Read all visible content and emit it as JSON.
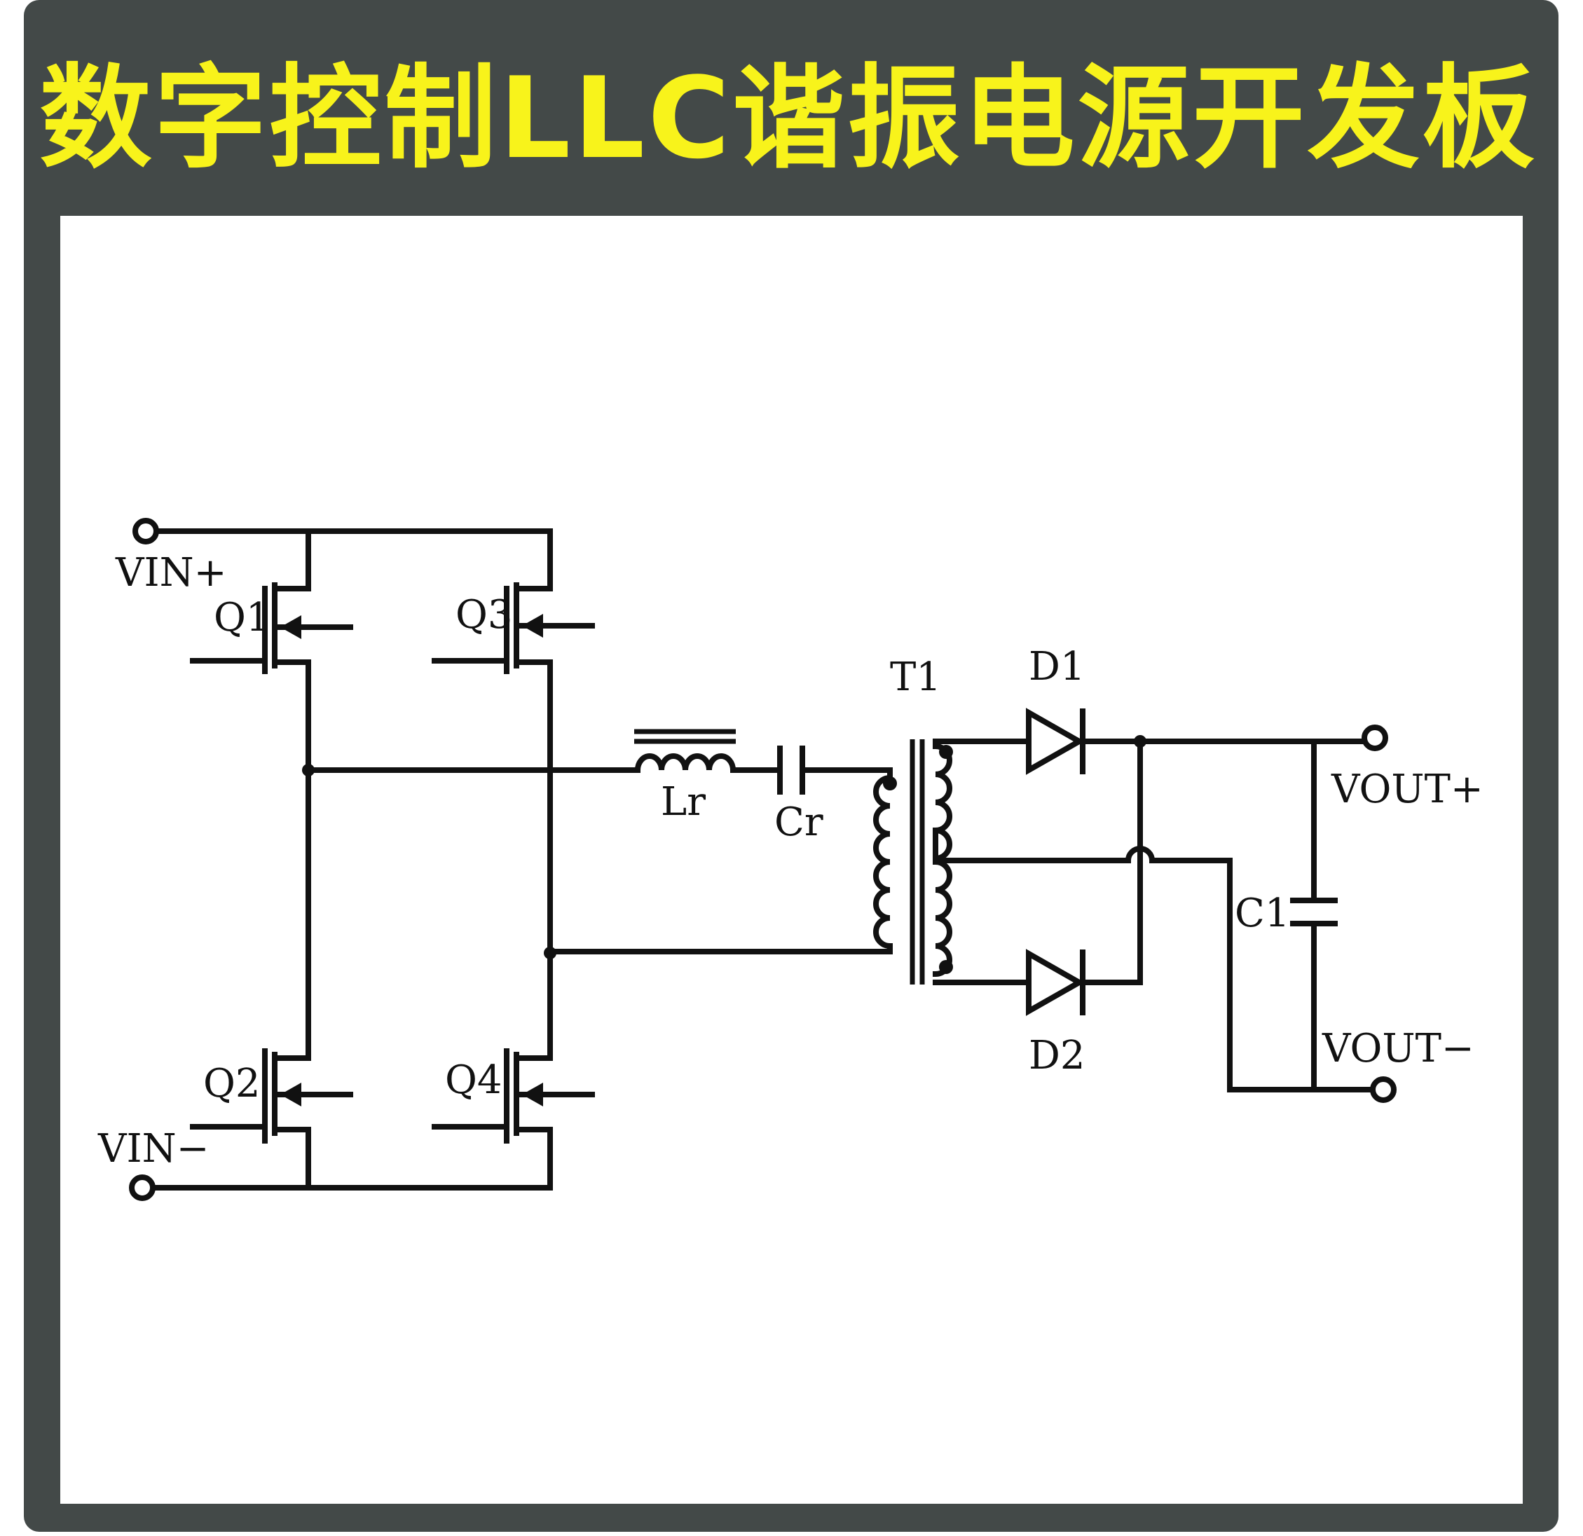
{
  "title": "数字控制LLC谐振电源开发板",
  "colors": {
    "frame": "#434948",
    "title_text": "#f8f31b",
    "panel": "#ffffff",
    "ink": "#111111"
  },
  "labels": {
    "vin_plus": "VIN+",
    "vin_minus": "VIN−",
    "q1": "Q1",
    "q2": "Q2",
    "q3": "Q3",
    "q4": "Q4",
    "lr": "Lr",
    "cr": "Cr",
    "t1": "T1",
    "d1": "D1",
    "d2": "D2",
    "c1": "C1",
    "vout_plus": "VOUT+",
    "vout_minus": "VOUT−"
  }
}
